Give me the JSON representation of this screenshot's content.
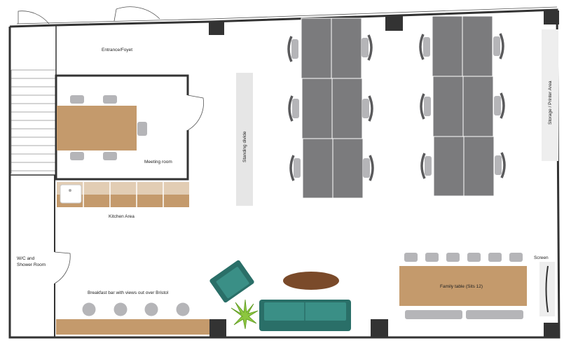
{
  "labels": {
    "entrance": "Entrance/Foyet",
    "meeting_room": "Meeting room",
    "kitchen": "Kitchen Area",
    "wc": "W/C and",
    "wc2": "Shower Room",
    "breakfast_bar": "Breakfast bar with views out over Bristol",
    "standing_divide": "Standing divide",
    "storage": "Storage / Printer Area",
    "family_table": "Family table (Sits 12)",
    "screen": "Screen"
  },
  "colors": {
    "wall": "#333333",
    "wood": "#c49a6c",
    "wood_light": "#e2cdb4",
    "desk": "#7b7b7d",
    "chair": "#b5b5b8",
    "chair_dark": "#5a5a5c",
    "teal": "#3a7f78",
    "rug": "#7a4a2a",
    "plant": "#8cc63f",
    "divider": "#e6e6e6"
  }
}
